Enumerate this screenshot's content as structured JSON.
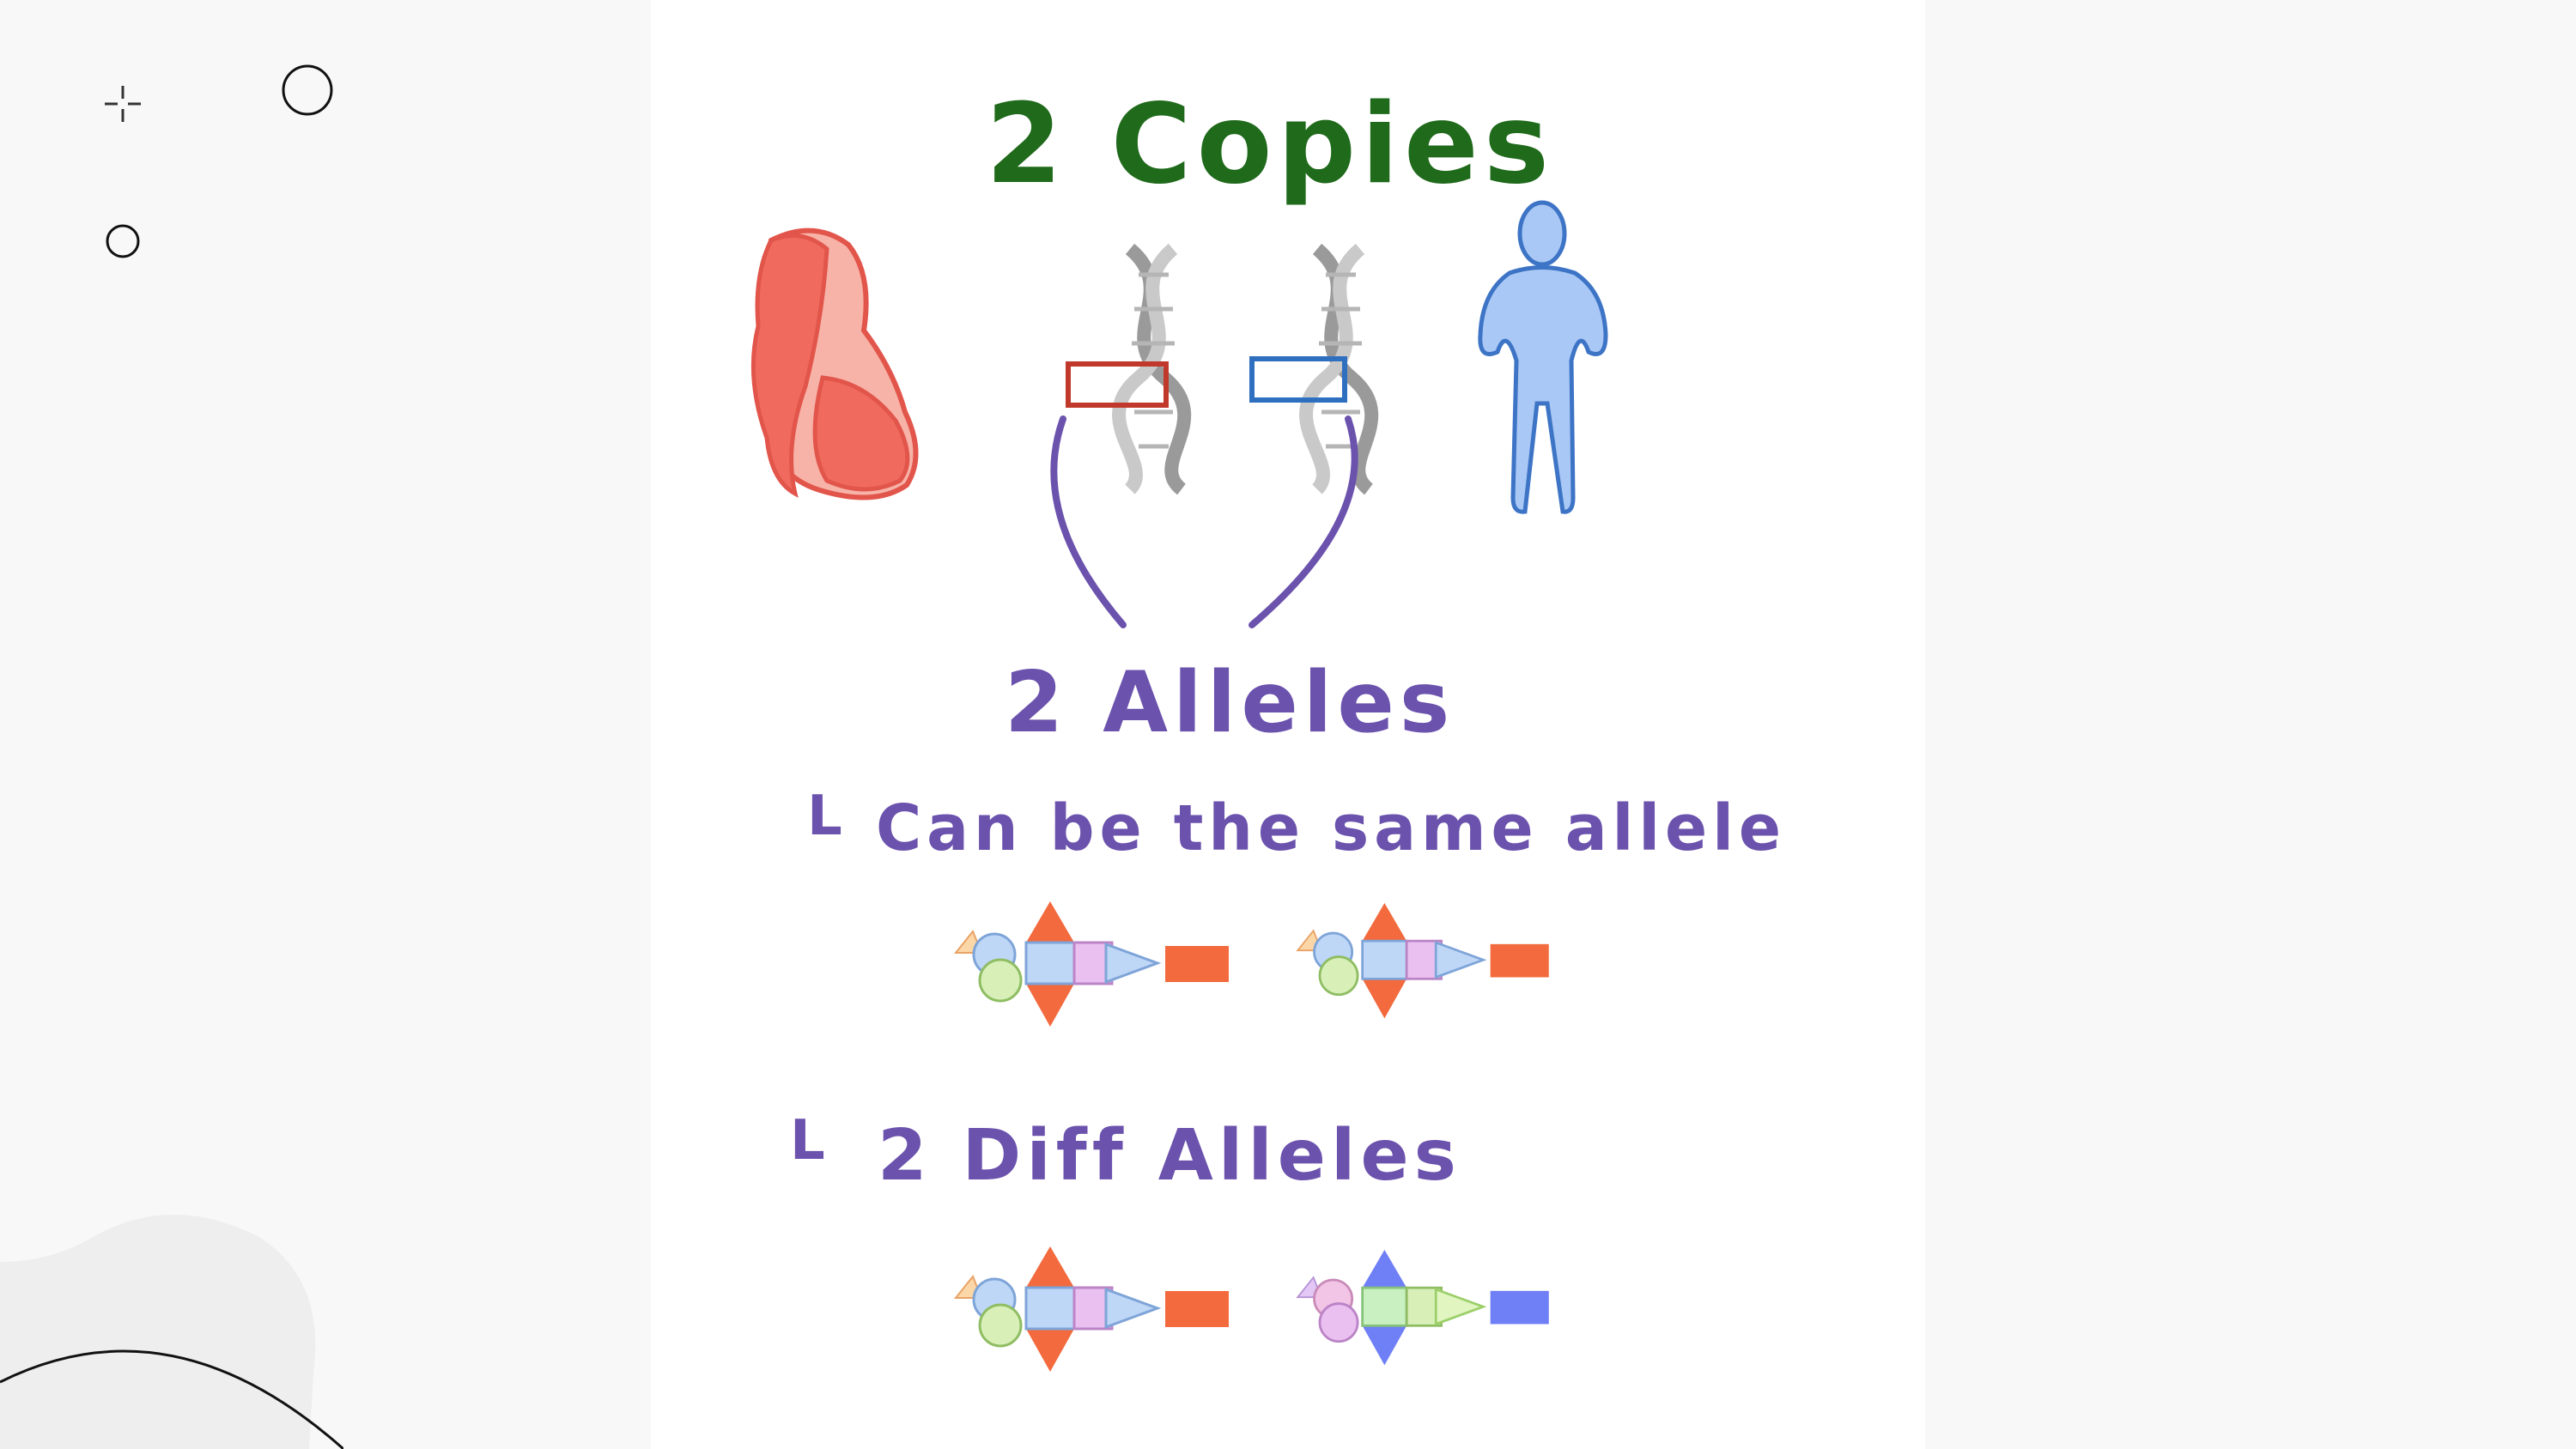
{
  "slide": {
    "title": "2 Copies",
    "alleles_heading": "2 Alleles",
    "bullet_1": "Can be the same allele",
    "bullet_2": "2 Diff Alleles",
    "bullet_marker": "L"
  },
  "figures": {
    "mother": "pregnant-woman-figure",
    "father": "man-figure",
    "dna": "dna-helix-icon"
  },
  "colors": {
    "background": "#f8f8f8",
    "panel": "#ffffff",
    "title_green": "#1f6a1b",
    "purple": "#6b52ad",
    "mother_red": "#f06a5e",
    "father_blue": "#a9c8f5",
    "allele_red_box": "#c0392b",
    "allele_blue_box": "#2f6fbf",
    "gene_orange": "#f26a3d",
    "gene_blue": "#6f7ff5"
  }
}
